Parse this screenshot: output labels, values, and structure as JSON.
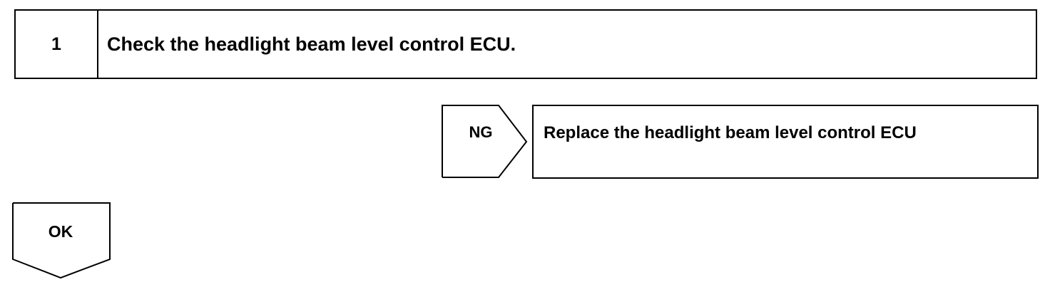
{
  "step": {
    "number": "1",
    "title": "Check the headlight beam level control ECU."
  },
  "ng_branch": {
    "label": "NG",
    "action": "Replace the headlight beam level control ECU"
  },
  "ok_branch": {
    "label": "OK"
  },
  "colors": {
    "line": "#000000",
    "background": "#ffffff"
  }
}
